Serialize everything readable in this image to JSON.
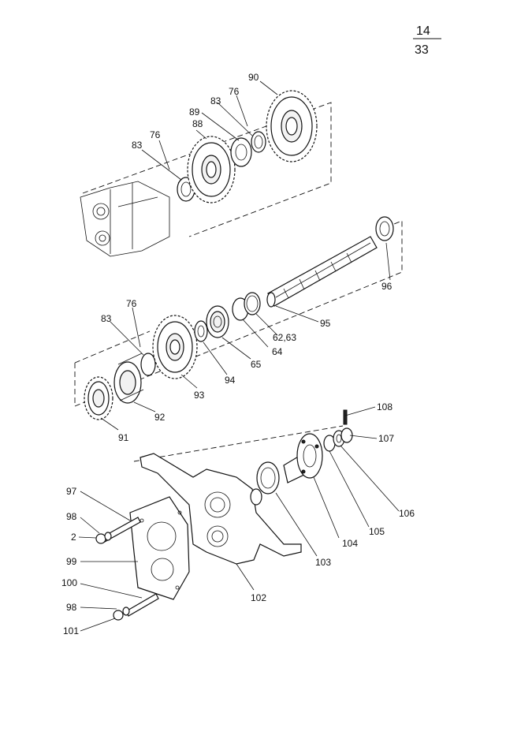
{
  "page_number": {
    "numerator": "14",
    "denominator": "33"
  },
  "labels": {
    "p2": "2",
    "p62_63": "62,63",
    "p64": "64",
    "p65": "65",
    "p76a": "76",
    "p76b": "76",
    "p76c": "76",
    "p83a": "83",
    "p83b": "83",
    "p83c": "83",
    "p88": "88",
    "p89": "89",
    "p90": "90",
    "p91": "91",
    "p92": "92",
    "p93": "93",
    "p94": "94",
    "p95": "95",
    "p96": "96",
    "p97": "97",
    "p98a": "98",
    "p98b": "98",
    "p99": "99",
    "p100": "100",
    "p101": "101",
    "p102": "102",
    "p103": "103",
    "p104": "104",
    "p105": "105",
    "p106": "106",
    "p107": "107",
    "p108": "108"
  }
}
